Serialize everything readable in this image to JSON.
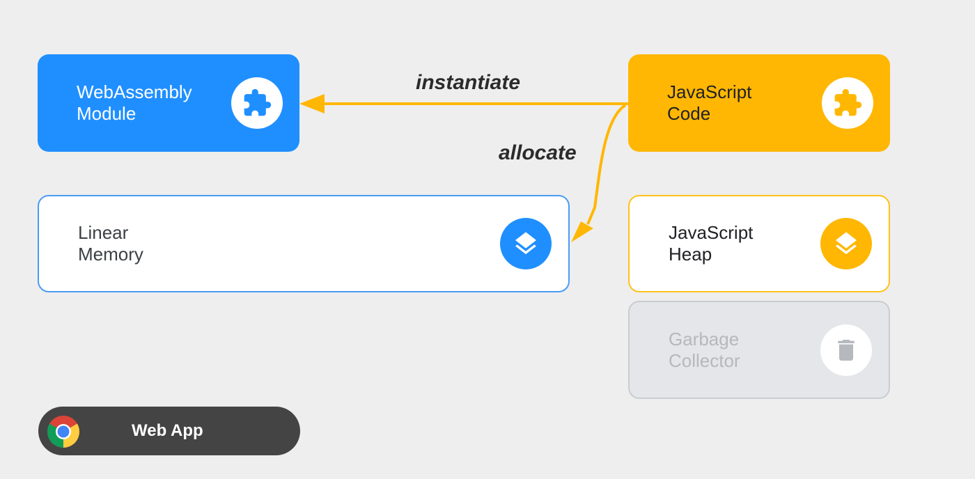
{
  "nodes": {
    "wasm_module": {
      "label": "WebAssembly\nModule",
      "icon": "puzzle-icon"
    },
    "js_code": {
      "label": "JavaScript\nCode",
      "icon": "puzzle-icon"
    },
    "linear_memory": {
      "label": "Linear\nMemory",
      "icon": "layers-icon"
    },
    "js_heap": {
      "label": "JavaScript\nHeap",
      "icon": "layers-icon"
    },
    "garbage_collector": {
      "label": "Garbage\nCollector",
      "icon": "trash-icon"
    }
  },
  "edges": {
    "instantiate": {
      "label": "instantiate",
      "from": "js_code",
      "to": "wasm_module"
    },
    "allocate": {
      "label": "allocate",
      "from": "js_code",
      "to": "linear_memory"
    }
  },
  "footer": {
    "label": "Web App",
    "icon": "chrome-icon"
  },
  "colors": {
    "wasm_blue": "#1f8fff",
    "js_yellow": "#ffb703",
    "arrow": "#ffb703",
    "background": "#eeeeee"
  }
}
